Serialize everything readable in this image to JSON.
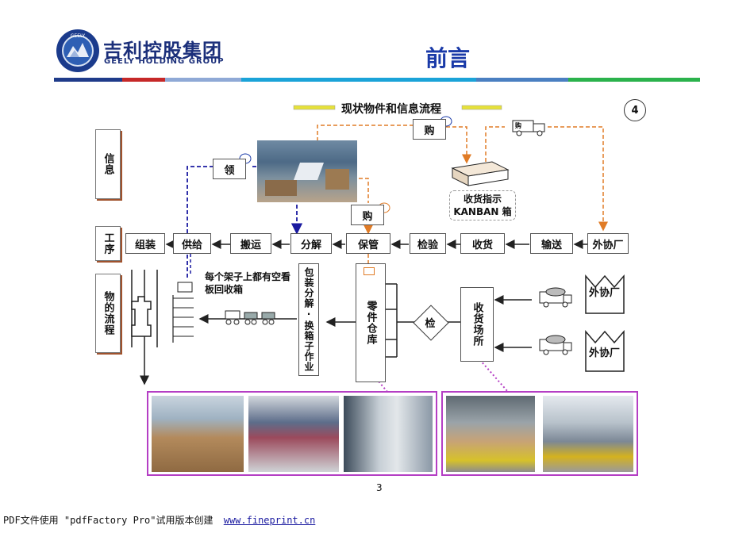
{
  "header": {
    "logo_text_cn": "吉利控股集团",
    "logo_text_en": "GEELY HOLDING GROUP",
    "logo_ring_text": "GEELY",
    "page_title": "前言",
    "bar_colors": [
      "#1f3b8a",
      "#c62828",
      "#8fa9d6",
      "#1ba3d8",
      "#4a7fc1",
      "#2bb24c"
    ]
  },
  "diagram": {
    "subtitle": "现状物件和信息流程",
    "page_badge": "4",
    "categories": {
      "info": "信息",
      "process": "工序",
      "material": "物的流程"
    },
    "process_steps": [
      "组装",
      "供给",
      "搬运",
      "分解",
      "保管",
      "检验",
      "收货",
      "输送",
      "外协厂"
    ],
    "buy_label": "购",
    "buy_label_2": "购",
    "take_label": "领",
    "kanban_text": "收货指示 KANBAN 箱",
    "rack_note": "每个架子上都有空看板回收箱",
    "pack_box_text": "包装分解·换箱子作业",
    "warehouse_text": "零件仓库",
    "inspect_text": "检",
    "receiving_text": "收货场所",
    "factory_1": "外协厂",
    "factory_2": "外协厂",
    "truck_label": "购"
  },
  "footer": {
    "page_number": "3",
    "pdf_notice": "PDF文件使用 \"pdfFactory Pro\"试用版本创建",
    "pdf_link": "www.fineprint.cn"
  },
  "colors": {
    "orange_dash": "#e07b26",
    "blue_dash": "#1a1aa0",
    "purple_border": "#b43ec4",
    "title_blue": "#1a3aa8",
    "subtitle_bar": "#e6e13a"
  }
}
